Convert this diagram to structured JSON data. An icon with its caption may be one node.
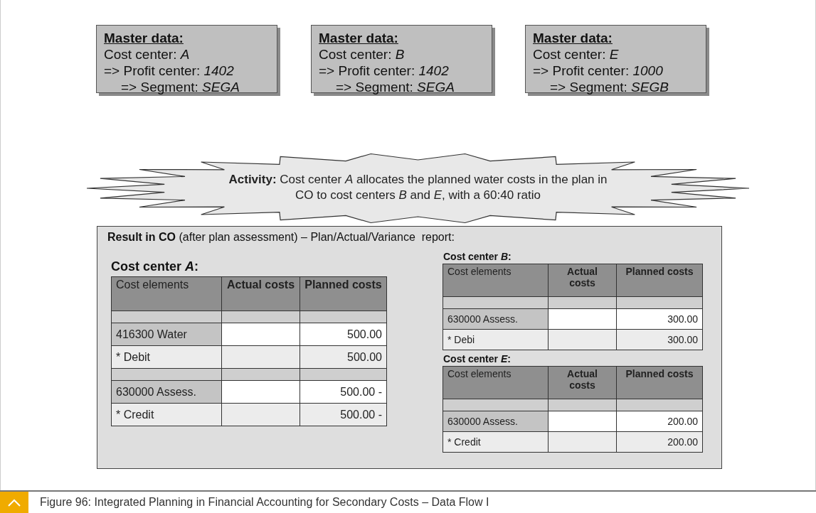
{
  "diagram": {
    "caption": "Figure 96: Integrated Planning in Financial Accounting for Secondary Costs – Data Flow I",
    "nodes": [
      {
        "text": [
          "Master data:",
          "Cost center: *A*",
          "=> Profit center: *1402*",
          "=> Segment: *SEGA*"
        ]
      },
      {
        "text": [
          "Master data:",
          "Cost center: *B*",
          "=> Profit center: *1402*",
          "=> Segment: *SEGA*"
        ]
      },
      {
        "text": [
          "Master data:",
          "Cost center: *E*",
          "=> Profit center: *1000*",
          "=> Segment: *SEGB*"
        ]
      },
      {
        "text": [
          "**Activity:** Cost center *A* allocates the planned water costs in the plan in CO to cost centers *B* and *E*, with a 60:40 ratio"
        ]
      },
      {
        "text": [
          "**Result in CO** (after plan assessment) – Plan/Actual/Variance  report:"
        ]
      }
    ],
    "labels": [
      "Cost center *A*:",
      "Cost elements",
      "Actual costs",
      "Planned costs",
      "416300 Water",
      "500.00",
      "* Debit",
      "500.00",
      "630000 Assess.",
      "500.00 -",
      "* Credit",
      "500.00 -",
      "Cost center *B*:",
      "Cost elements",
      "Actual costs",
      "Planned costs",
      "630000 Assess.",
      "300.00",
      "* Debi",
      "300.00",
      "Cost center *E*:",
      "Cost elements",
      "Actual costs",
      "Planned costs",
      "630000 Assess.",
      "200.00",
      "* Credit",
      "200.00"
    ]
  }
}
